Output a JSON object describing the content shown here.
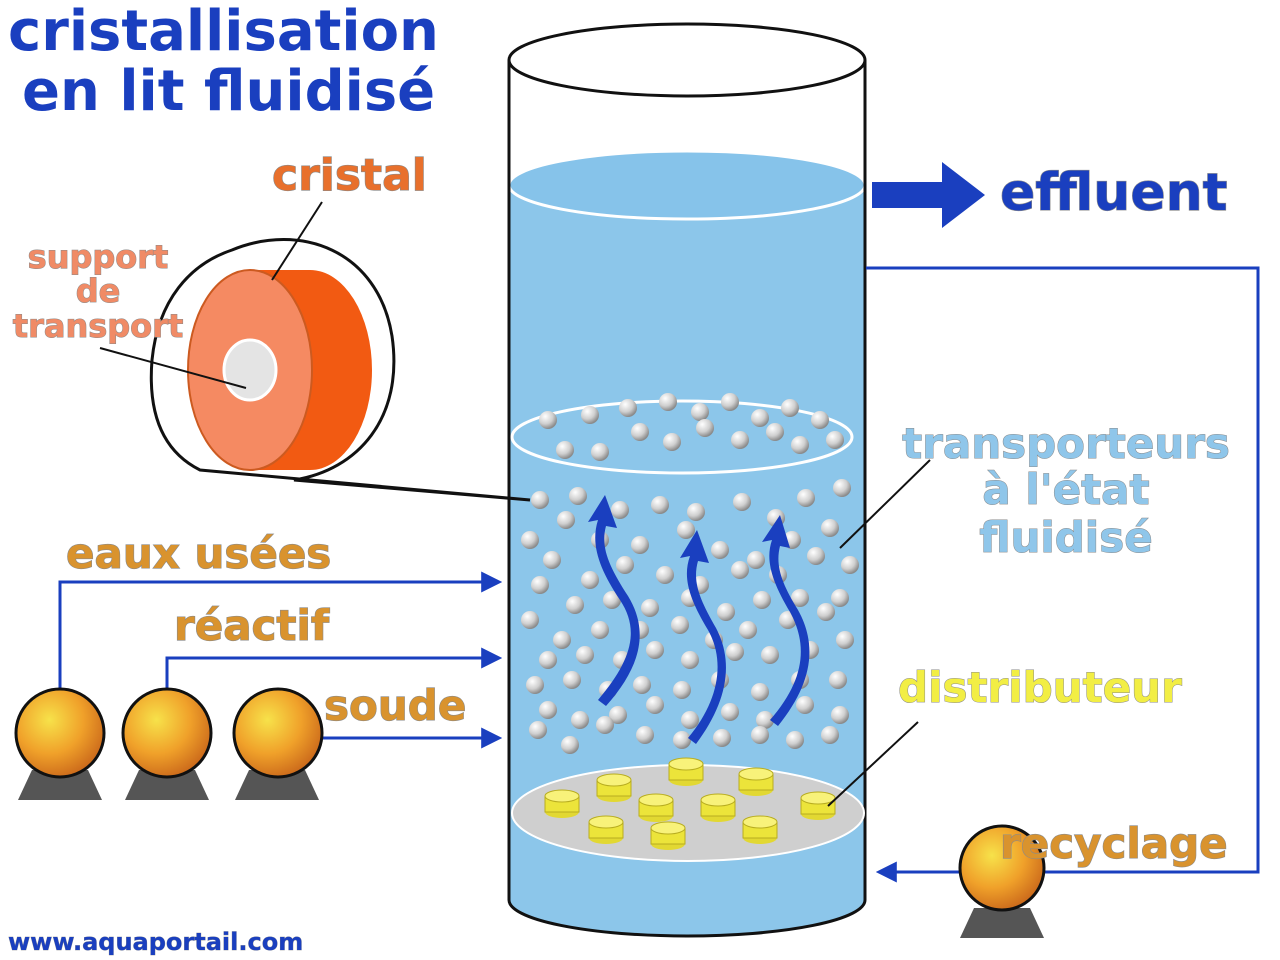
{
  "title": {
    "line1": "cristallisation",
    "line2": "en lit fluidisé"
  },
  "labels": {
    "cristal": "cristal",
    "support_line1": "support",
    "support_line2": "de",
    "support_line3": "transport",
    "effluent": "effluent",
    "carriers_line1": "transporteurs",
    "carriers_line2": "à l'état",
    "carriers_line3": "fluidisé",
    "eaux_usees": "eaux usées",
    "reactif": "réactif",
    "soude": "soude",
    "distributeur": "distributeur",
    "recyclage": "recyclage"
  },
  "footer": {
    "url": "www.aquaportail.com"
  },
  "colors": {
    "title_blue": "#1a3fbf",
    "water": "#8cc6ea",
    "crystal_orange": "#e8702c",
    "pump_orange": "#f0a12a",
    "arrow_blue": "#1a3fbf",
    "distributor_yellow": "#f2ee44"
  }
}
